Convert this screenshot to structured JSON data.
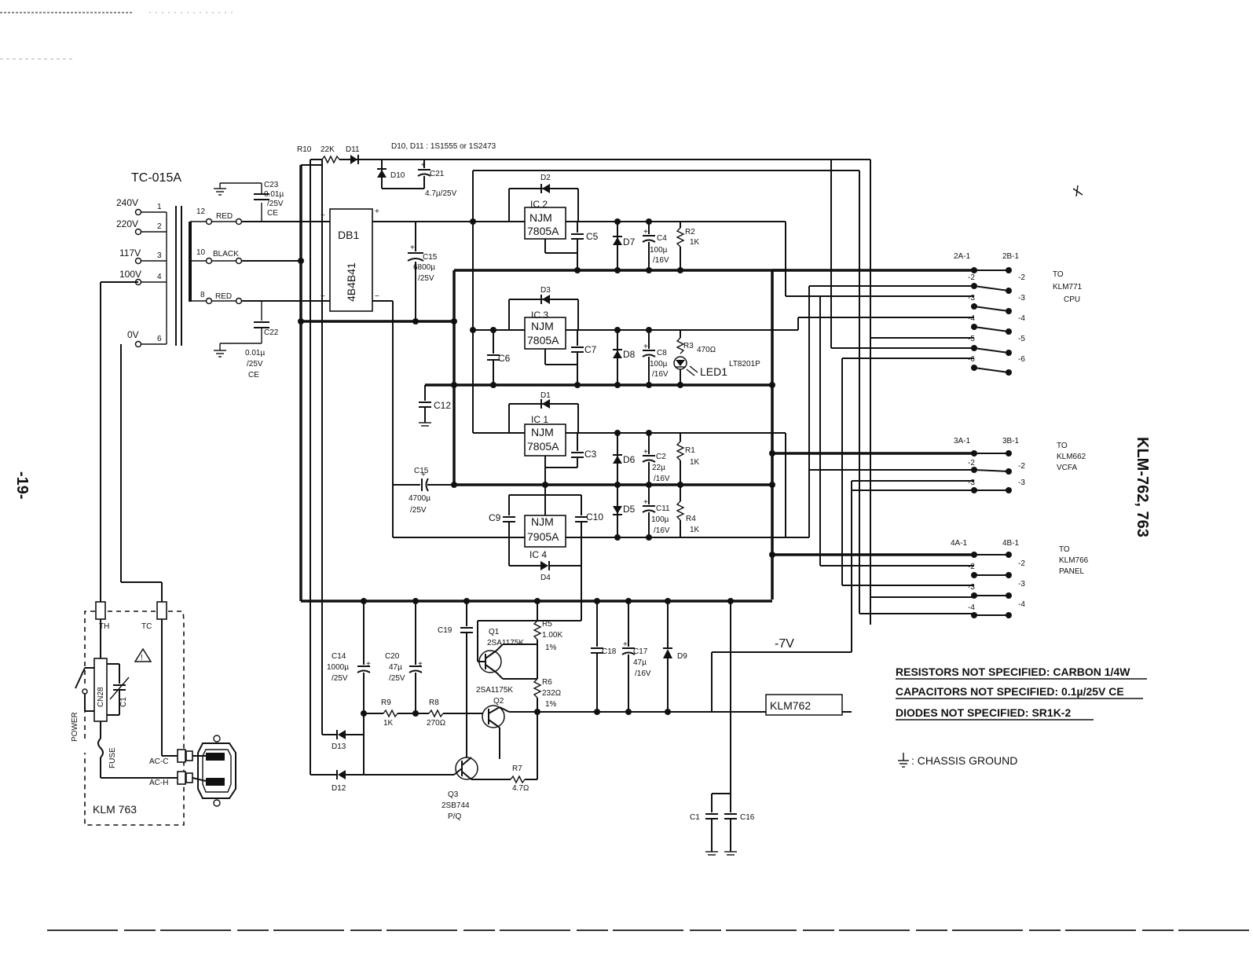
{
  "page": {
    "side_title": "KLM-762, 763",
    "page_number": "-19-"
  },
  "transformer": {
    "name": "TC-015A",
    "primary": [
      "240V",
      "220V",
      "117V",
      "100V",
      "0V"
    ],
    "primary_pins": [
      "1",
      "2",
      "3",
      "4",
      "6"
    ],
    "secondary": [
      {
        "pin": "12",
        "wire": "RED"
      },
      {
        "pin": "10",
        "wire": "BLACK"
      },
      {
        "pin": "8",
        "wire": "RED"
      }
    ]
  },
  "components": {
    "c23": [
      "C23",
      "0.01µ",
      "/25V",
      "CE"
    ],
    "c22": [
      "C22",
      "0.01µ",
      "/25V",
      "CE"
    ],
    "r10": "R10",
    "r10_val": "22K",
    "d11": "D11",
    "d10": "D10",
    "diode_note": "D10, D11 : 1S1555 or 1S2473",
    "c21": "C21",
    "c21_val": "4.7µ/25V",
    "db1": "DB1",
    "db1_part": "4B4B41",
    "c15a": [
      "C15",
      "6800µ",
      "/25V"
    ],
    "c15b": [
      "C15",
      "4700µ",
      "/25V"
    ],
    "c12": "C12",
    "ic2": [
      "IC 2",
      "NJM",
      "7805A"
    ],
    "ic3": [
      "IC 3",
      "NJM",
      "7805A"
    ],
    "ic1": [
      "IC 1",
      "NJM",
      "7805A"
    ],
    "ic4": [
      "IC 4",
      "NJM",
      "7905A"
    ],
    "d2": "D2",
    "d3": "D3",
    "d1": "D1",
    "d4": "D4",
    "c5": "C5",
    "c6": "C6",
    "c3": "C3",
    "c7": "C7",
    "c9": "C9",
    "c10": "C10",
    "d7": "D7",
    "d8": "D8",
    "d6": "D6",
    "d5": "D5",
    "c4": [
      "C4",
      "100µ",
      "/16V"
    ],
    "c8": [
      "C8",
      "100µ",
      "/16V"
    ],
    "c2": [
      "C2",
      "22µ",
      "/16V"
    ],
    "c11": [
      "C11",
      "100µ",
      "/16V"
    ],
    "r2": [
      "R2",
      "1K"
    ],
    "r3": [
      "R3",
      "470Ω"
    ],
    "r1": [
      "R1",
      "1K"
    ],
    "r4": [
      "R4",
      "1K"
    ],
    "led1": "LED1",
    "led1_part": "LT8201P",
    "c14": [
      "C14",
      "1000µ",
      "/25V"
    ],
    "c20": [
      "C20",
      "47µ",
      "/25V"
    ],
    "c19": "C19",
    "q1": [
      "Q1",
      "2SA1175K"
    ],
    "q2": [
      "2SA1175K",
      "Q2"
    ],
    "r5": [
      "R5",
      "1.00K",
      "1%"
    ],
    "r6": [
      "R6",
      "232Ω",
      "1%"
    ],
    "r9": [
      "R9",
      "1K"
    ],
    "r8": [
      "R8",
      "270Ω"
    ],
    "r7": [
      "R7",
      "4.7Ω"
    ],
    "q3": [
      "Q3",
      "2SB744",
      "P/Q"
    ],
    "d13": "D13",
    "d12": "D12",
    "c18": "C18",
    "c17": [
      "C17",
      "47µ",
      "/16V"
    ],
    "d9": "D9",
    "neg7v": "-7V",
    "c1": "C1",
    "c16": "C16"
  },
  "klm763": {
    "label": "KLM 763",
    "th": "TH",
    "tc": "TC",
    "cn28": "CN28",
    "c1": "C1",
    "power": "POWER",
    "fuse": "FUSE",
    "ac_c": "AC-C",
    "ac_h": "AC-H"
  },
  "connectors": [
    {
      "left_head": "2A-1",
      "right_head": "2B-1",
      "pins": [
        "-2",
        "-3",
        "-4",
        "-5",
        "-6"
      ],
      "to": [
        "TO",
        "KLM771",
        "CPU"
      ]
    },
    {
      "left_head": "3A-1",
      "right_head": "3B-1",
      "pins": [
        "-2",
        "-3"
      ],
      "to": [
        "TO",
        "KLM662",
        "VCFA"
      ]
    },
    {
      "left_head": "4A-1",
      "right_head": "4B-1",
      "pins": [
        "-2",
        "-3",
        "-4"
      ],
      "to": [
        "TO",
        "KLM766",
        "PANEL"
      ]
    }
  ],
  "board_label": "KLM762",
  "notes": [
    "RESISTORS NOT SPECIFIED: CARBON 1/4W",
    "CAPACITORS NOT SPECIFIED: 0.1µ/25V CE",
    "DIODES NOT SPECIFIED: SR1K-2"
  ],
  "legend": {
    "symbol_text": ": CHASSIS GROUND"
  }
}
